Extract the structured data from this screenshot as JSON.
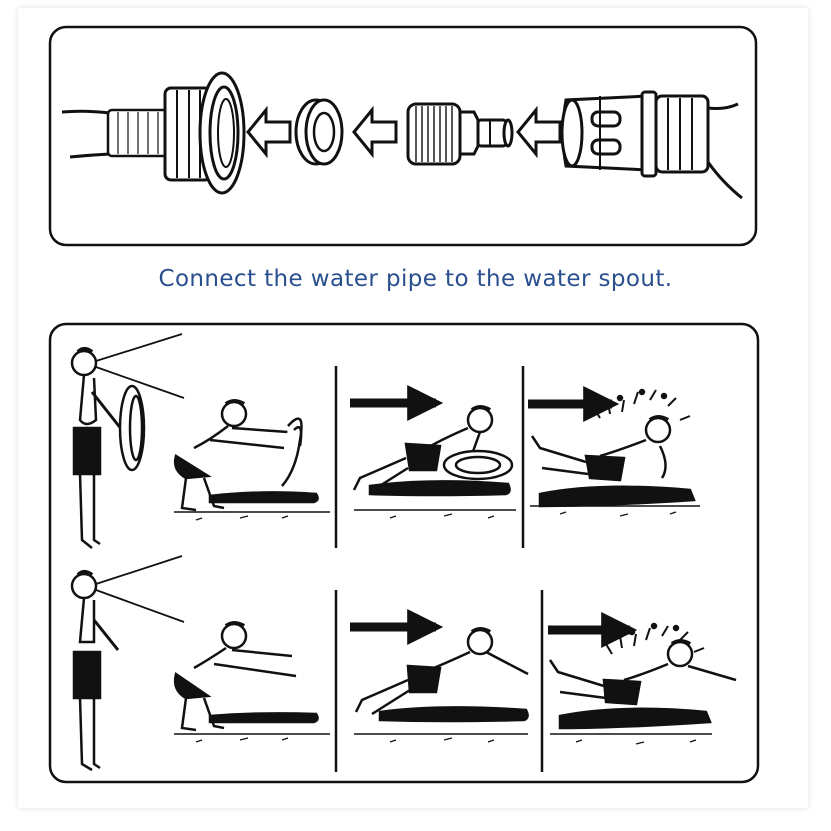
{
  "caption": "Connect the water pipe to the water spout.",
  "colors": {
    "ink": "#111111",
    "caption": "#2a4f8f",
    "paper": "#ffffff"
  },
  "top_panel": {
    "parts": [
      "hose-end",
      "threaded-nut",
      "rubber-washer",
      "tap-adapter",
      "quick-connector"
    ],
    "arrows": [
      "arrow-left",
      "arrow-left",
      "arrow-left"
    ]
  },
  "bottom_panel": {
    "rows": [
      {
        "board": true,
        "steps": [
          "aim-spray",
          "crouch-start",
          "run-and-dive",
          "slide-splash"
        ]
      },
      {
        "board": false,
        "steps": [
          "aim-spray",
          "crouch-start",
          "run-and-dive",
          "slide-splash"
        ]
      }
    ]
  }
}
